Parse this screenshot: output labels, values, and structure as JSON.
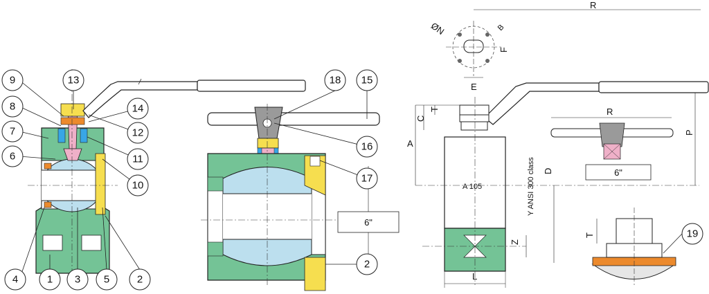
{
  "callouts": {
    "c1": "1",
    "c2": "2",
    "c3": "3",
    "c4": "4",
    "c5": "5",
    "c6": "6",
    "c7": "7",
    "c8": "8",
    "c9": "9",
    "c10": "10",
    "c11": "11",
    "c12": "12",
    "c13": "13",
    "c14": "14",
    "c15": "15",
    "c16": "16",
    "c17": "17",
    "c18": "18",
    "c19": "19",
    "c2b": "2"
  },
  "dimensions": {
    "R_top": "R",
    "R_mid": "R",
    "P": "P",
    "A": "A",
    "C": "C",
    "T_left": "T",
    "D": "D",
    "Z": "Z",
    "L": "L",
    "E": "E",
    "F": "F",
    "B": "B",
    "N": "ØN",
    "T_bottom": "T"
  },
  "boxes": {
    "size_mid": "6\"",
    "size_right": "6\""
  },
  "markings": {
    "body_mark": "A 105",
    "side_mark": "Y ANSI 300 class"
  },
  "colors": {
    "body_green": "#74c396",
    "ball_blue": "#bcdfee",
    "stem_pink": "#efb0c8",
    "seat_orange": "#ec8a2d",
    "bolt_yellow": "#f6de4f",
    "gland_blue": "#38a6e6",
    "handle_gray": "#9a9a9a"
  }
}
